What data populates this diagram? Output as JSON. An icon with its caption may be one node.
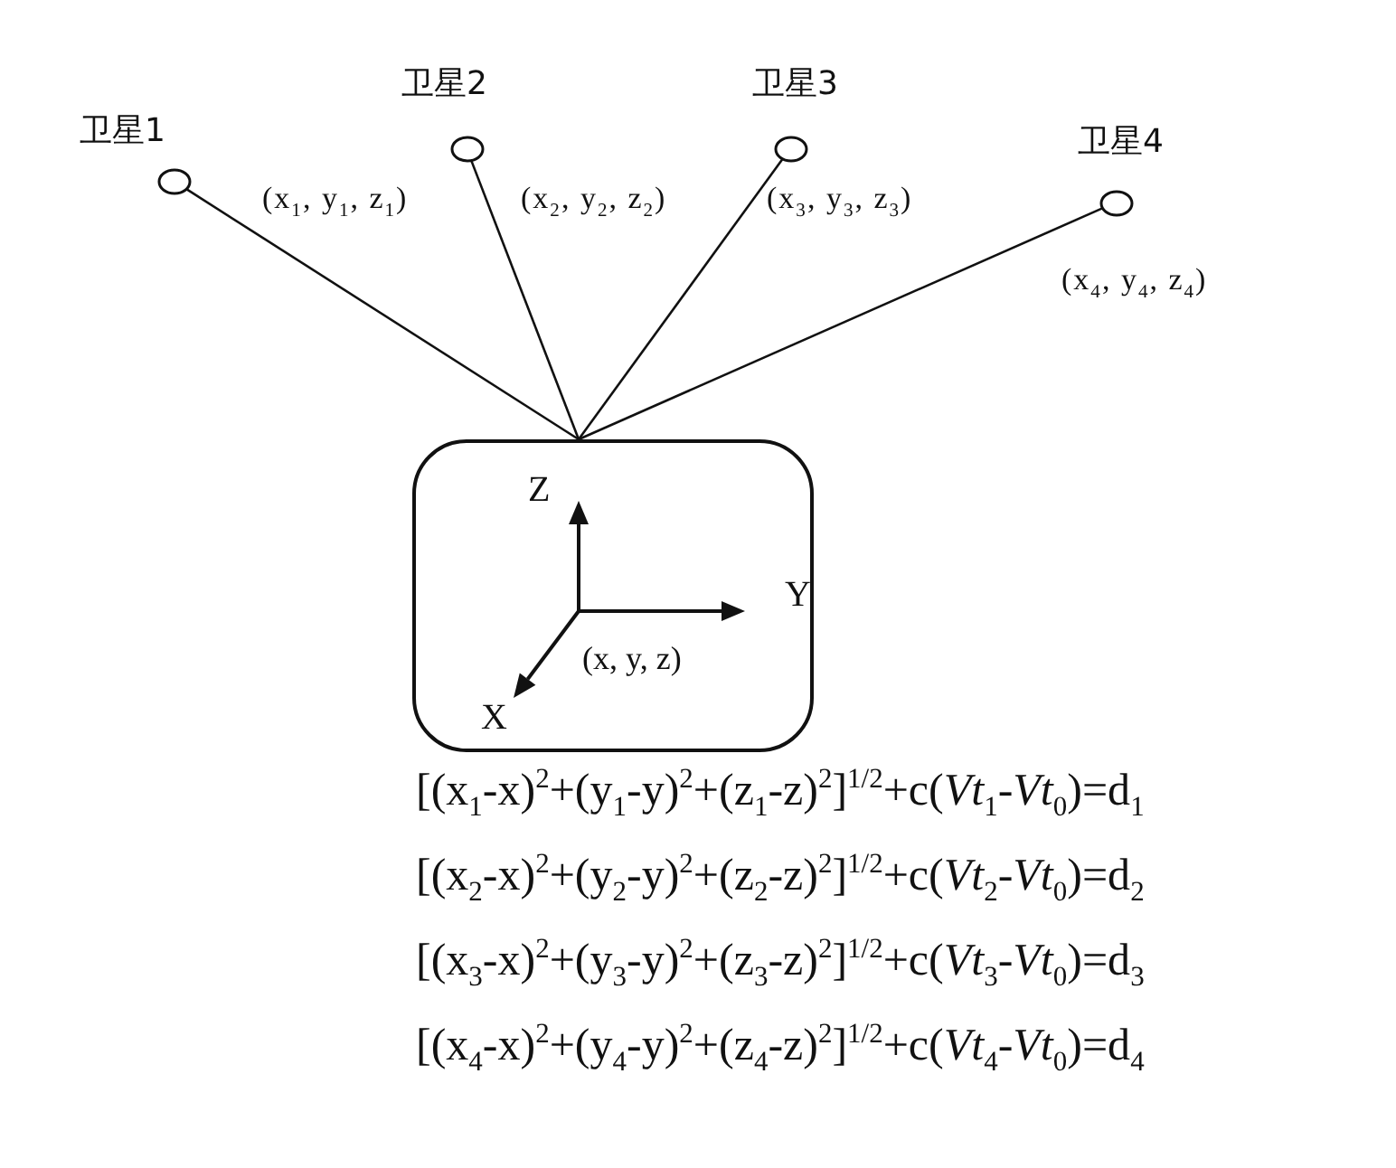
{
  "diagram": {
    "nodes": [
      {
        "text": [
          "卫星1"
        ],
        "beside": [
          "(x$_{1}$, y$_{1}$, z$_{1}$)"
        ]
      },
      {
        "text": [
          "卫星2"
        ],
        "beside": [
          "(x$_{2}$, y$_{2}$, z$_{2}$)"
        ]
      },
      {
        "text": [
          "卫星3"
        ],
        "beside": [
          "(x$_{3}$, y$_{3}$, z$_{3}$)"
        ]
      },
      {
        "text": [
          "卫星4"
        ],
        "beside": [
          "(x$_{4}$, y$_{4}$, z$_{4}$)"
        ]
      },
      {
        "text": [
          "Z",
          "Y",
          "(x, y, z)",
          "X"
        ]
      }
    ],
    "edges": [
      {
        "from": 0,
        "to": 4,
        "arrow": "none"
      },
      {
        "from": 1,
        "to": 4,
        "arrow": "none"
      },
      {
        "from": 2,
        "to": 4,
        "arrow": "none"
      },
      {
        "from": 3,
        "to": 4,
        "arrow": "none"
      }
    ],
    "labels": [
      "[(x$_{1}$-x)$^{2}$+(y$_{1}$-y)$^{2}$+(z$_{1}$-z)$^{2}$]$^{1/2}$+c(*Vt*$_{1}$-*Vt*$_{0}$)=d$_{1}$",
      "[(x$_{2}$-x)$^{2}$+(y$_{2}$-y)$^{2}$+(z$_{2}$-z)$^{2}$]$^{1/2}$+c(*Vt*$_{2}$-*Vt*$_{0}$)=d$_{2}$",
      "[(x$_{3}$-x)$^{2}$+(y$_{3}$-y)$^{2}$+(z$_{3}$-z)$^{2}$]$^{1/2}$+c(*Vt*$_{3}$-*Vt*$_{0}$)=d$_{3}$",
      "[(x$_{4}$-x)$^{2}$+(y$_{4}$-y)$^{2}$+(z$_{4}$-z)$^{2}$]$^{1/2}$+c(*Vt*$_{4}$-*Vt*$_{0}$)=d$_{4}$"
    ]
  }
}
